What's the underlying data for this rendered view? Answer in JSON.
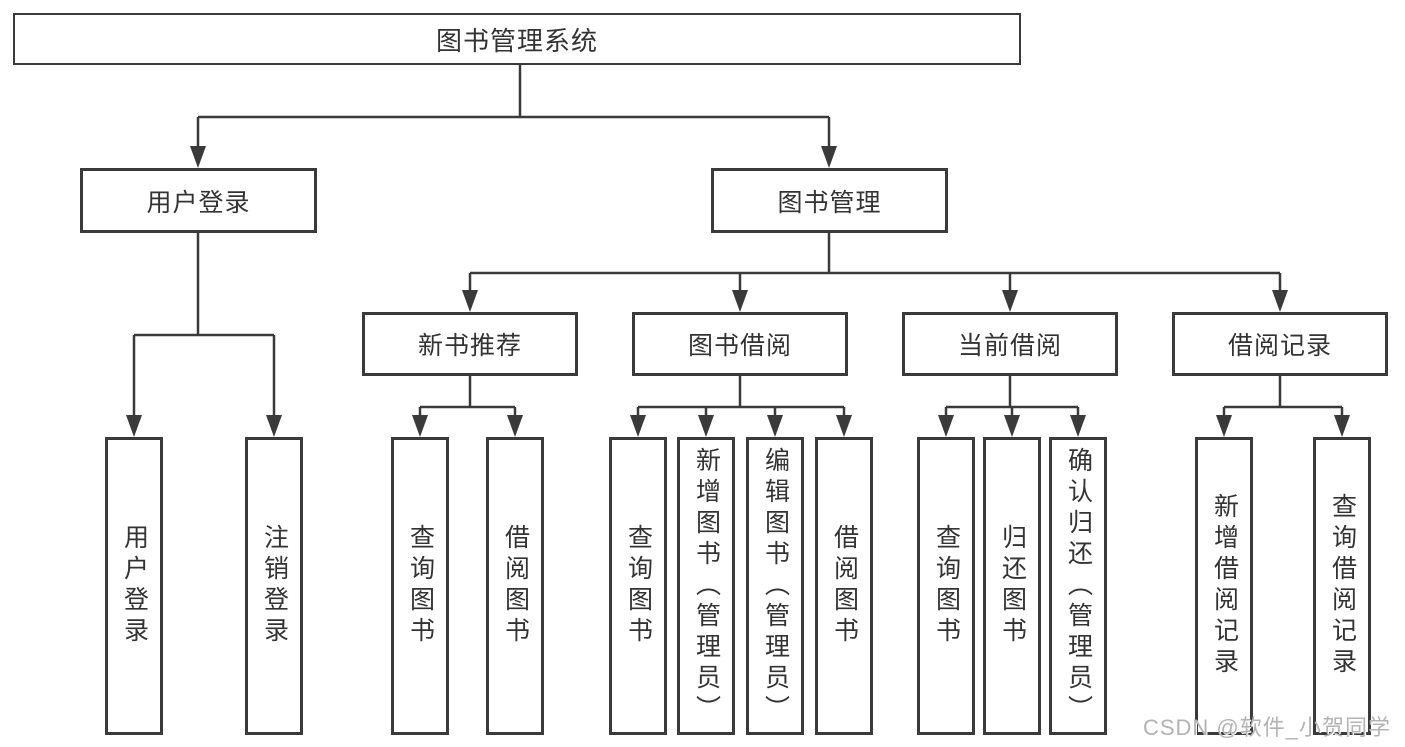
{
  "diagram": {
    "root": "图书管理系统",
    "user_branch": {
      "label": "用户登录",
      "children": [
        "用户登录",
        "注销登录"
      ]
    },
    "book_branch": {
      "label": "图书管理",
      "groups": [
        {
          "label": "新书推荐",
          "children": [
            "查询图书",
            "借阅图书"
          ]
        },
        {
          "label": "图书借阅",
          "children": [
            "查询图书",
            "新增图书（管理员）",
            "编辑图书（管理员）",
            "借阅图书"
          ]
        },
        {
          "label": "当前借阅",
          "children": [
            "查询图书",
            "归还图书",
            "确认归还（管理员）"
          ]
        },
        {
          "label": "借阅记录",
          "children": [
            "新增借阅记录",
            "查询借阅记录"
          ]
        }
      ]
    }
  },
  "watermark": "CSDN @软件_小贺同学",
  "colors": {
    "line": "#3a3a3a",
    "border": "#3a3a3a",
    "text": "#333333",
    "background": "#ffffff",
    "watermark": "#b3b3b3"
  }
}
